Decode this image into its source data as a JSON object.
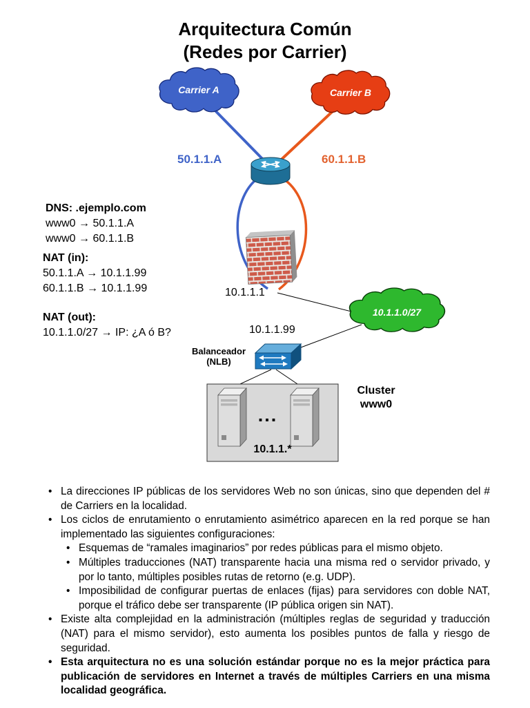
{
  "title": {
    "line1": "Arquitectura Común",
    "line2": "(Redes por Carrier)"
  },
  "colors": {
    "carrier_a": "#3F63C8",
    "carrier_b": "#E63E14",
    "subnet_green": "#2EB82E",
    "link_a": "#3F63C8",
    "link_b": "#E8581C"
  },
  "clouds": {
    "carrier_a": "Carrier A",
    "carrier_b": "Carrier B",
    "subnet": "10.1.1.0/27"
  },
  "labels": {
    "ip_a": "50.1.1.A",
    "ip_b": "60.1.1.B",
    "firewall_ip": "10.1.1.1",
    "nlb_ip": "10.1.1.99",
    "balancer_line1": "Balanceador",
    "balancer_line2": "(NLB)",
    "cluster_line1": "Cluster",
    "cluster_line2": "www0",
    "servers_subnet": "10.1.1.*",
    "ellipsis": "..."
  },
  "dns": {
    "title": "DNS: .ejemplo.com",
    "lines": [
      "www0 → 50.1.1.A",
      "www0 → 60.1.1.B"
    ]
  },
  "nat_in": {
    "title": "NAT (in):",
    "lines": [
      "50.1.1.A → 10.1.1.99",
      "60.1.1.B → 10.1.1.99"
    ]
  },
  "nat_out": {
    "title": "NAT (out):",
    "line": "10.1.1.0/27 → IP: ¿A ó B?"
  },
  "bullets": {
    "b1": "La direcciones IP públicas de los servidores Web no son únicas, sino que dependen del # de Carriers en la localidad.",
    "b2": "Los ciclos de enrutamiento o enrutamiento asimétrico aparecen en la red porque se han implementado las siguientes configuraciones:",
    "b2_sub": [
      "Esquemas de “ramales imaginarios” por redes públicas para el mismo objeto.",
      "Múltiples traducciones (NAT) transparente hacia una misma red o servidor privado, y por lo tanto, múltiples posibles rutas de retorno (e.g. UDP).",
      "Imposibilidad de configurar puertas de enlaces (fijas) para servidores con doble NAT, porque el tráfico debe ser transparente (IP pública origen sin NAT)."
    ],
    "b3": "Existe alta complejidad en la administración (múltiples reglas de seguridad y traducción (NAT) para el mismo servidor), esto aumenta los posibles puntos de falla y riesgo de seguridad.",
    "b4": "Esta arquitectura no es una solución estándar porque no es la mejor práctica para publicación de servidores en Internet a través de múltiples Carriers en una misma localidad geográfica."
  }
}
